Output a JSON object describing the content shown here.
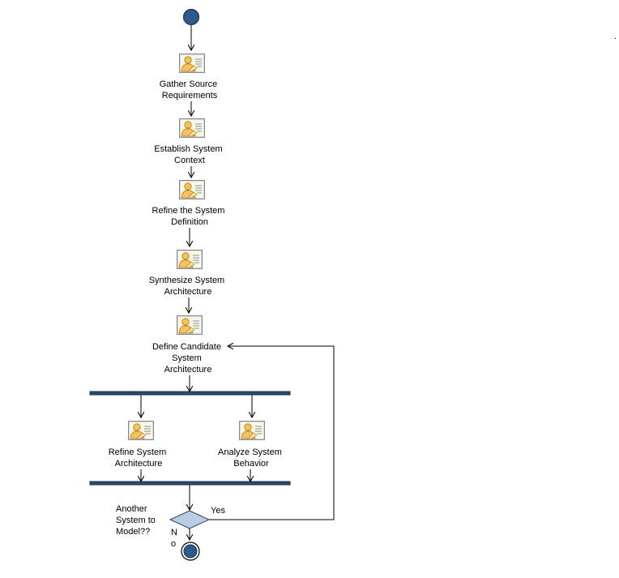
{
  "colors": {
    "node_fill": "#2e5a8a",
    "bar_fill": "#2e4a6b",
    "decision_fill": "#b8cce4",
    "icon_bg": "#fff8e1",
    "icon_person": "#f6c35b"
  },
  "activities": [
    {
      "id": "gather",
      "lines": [
        "Gather Source",
        "Requirements"
      ],
      "icon": "user-task-icon"
    },
    {
      "id": "establish",
      "lines": [
        "Establish System",
        "Context"
      ],
      "icon": "user-task-icon"
    },
    {
      "id": "refine-def",
      "lines": [
        "Refine the System",
        "Definition"
      ],
      "icon": "user-task-icon"
    },
    {
      "id": "synthesize",
      "lines": [
        "Synthesize System",
        "Architecture"
      ],
      "icon": "user-task-icon"
    },
    {
      "id": "define-candidate",
      "lines": [
        "Define Candidate",
        "System",
        "Architecture"
      ],
      "icon": "user-task-icon"
    },
    {
      "id": "refine-arch",
      "lines": [
        "Refine System",
        "Architecture"
      ],
      "icon": "user-task-icon"
    },
    {
      "id": "analyze",
      "lines": [
        "Analyze System",
        "Behavior"
      ],
      "icon": "user-task-icon"
    }
  ],
  "decision": {
    "question_lines": [
      "Another",
      "System to",
      "Model??"
    ],
    "yes_label": "Yes",
    "no_label_lines": [
      "N",
      "o"
    ]
  },
  "stray_mark": "."
}
